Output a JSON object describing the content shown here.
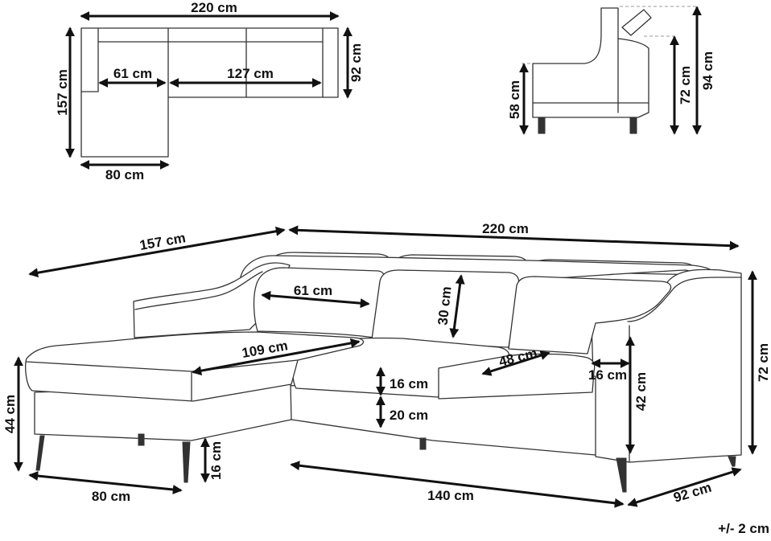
{
  "diagram": {
    "top_view": {
      "width": "220 cm",
      "depth": "157 cm",
      "seat_depth": "92 cm",
      "seat_left": "61 cm",
      "seat_right": "127 cm",
      "chaise_width": "80 cm"
    },
    "side_view": {
      "seat_height": "58 cm",
      "back_height": "72 cm",
      "max_height": "94 cm"
    },
    "main_view": {
      "length": "220 cm",
      "chaise_length": "157 cm",
      "headrest_width": "61 cm",
      "backrest_height": "30 cm",
      "chaise_seat_length": "109 cm",
      "seat_width": "48 cm",
      "armrest_width": "16 cm",
      "cushion_thickness": "16 cm",
      "base_height": "20 cm",
      "seat_height": "42 cm",
      "total_height": "72 cm",
      "chaise_height": "44 cm",
      "leg_height": "16 cm",
      "chaise_width": "80 cm",
      "seat_front_length": "140 cm",
      "depth": "92 cm"
    },
    "tolerance": "+/- 2 cm",
    "colors": {
      "outline": "#333333",
      "arrow": "#111111",
      "background": "#ffffff"
    }
  }
}
